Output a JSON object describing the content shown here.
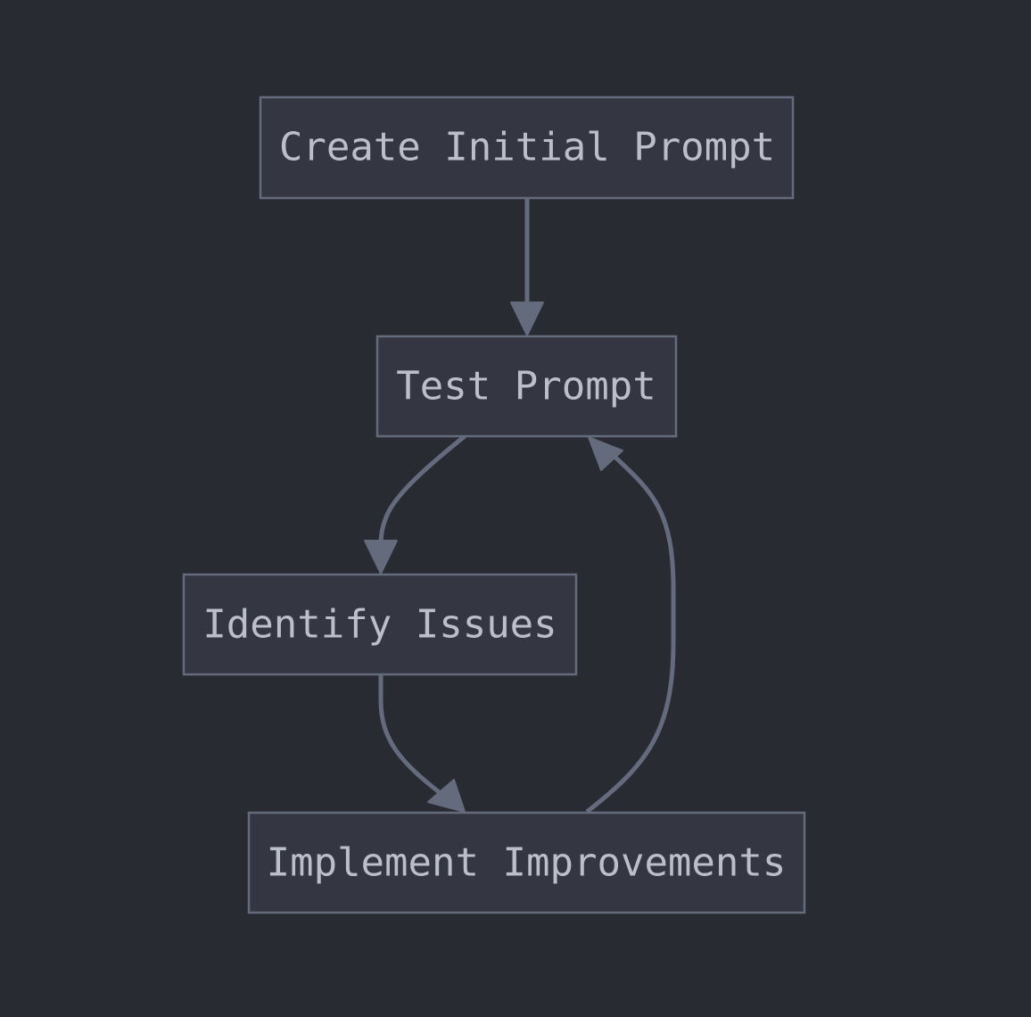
{
  "diagram": {
    "type": "flowchart",
    "colors": {
      "background": "#292b33",
      "node_fill": "#343741",
      "node_border": "#646b7d",
      "text": "#bcbfc9",
      "edge": "#646b7d"
    },
    "nodes": {
      "create": {
        "label": "Create Initial Prompt"
      },
      "test": {
        "label": "Test Prompt"
      },
      "identify": {
        "label": "Identify Issues"
      },
      "implement": {
        "label": "Implement Improvements"
      }
    },
    "edges": [
      {
        "from": "Create Initial Prompt",
        "to": "Test Prompt"
      },
      {
        "from": "Test Prompt",
        "to": "Identify Issues"
      },
      {
        "from": "Identify Issues",
        "to": "Implement Improvements"
      },
      {
        "from": "Implement Improvements",
        "to": "Test Prompt"
      }
    ]
  }
}
